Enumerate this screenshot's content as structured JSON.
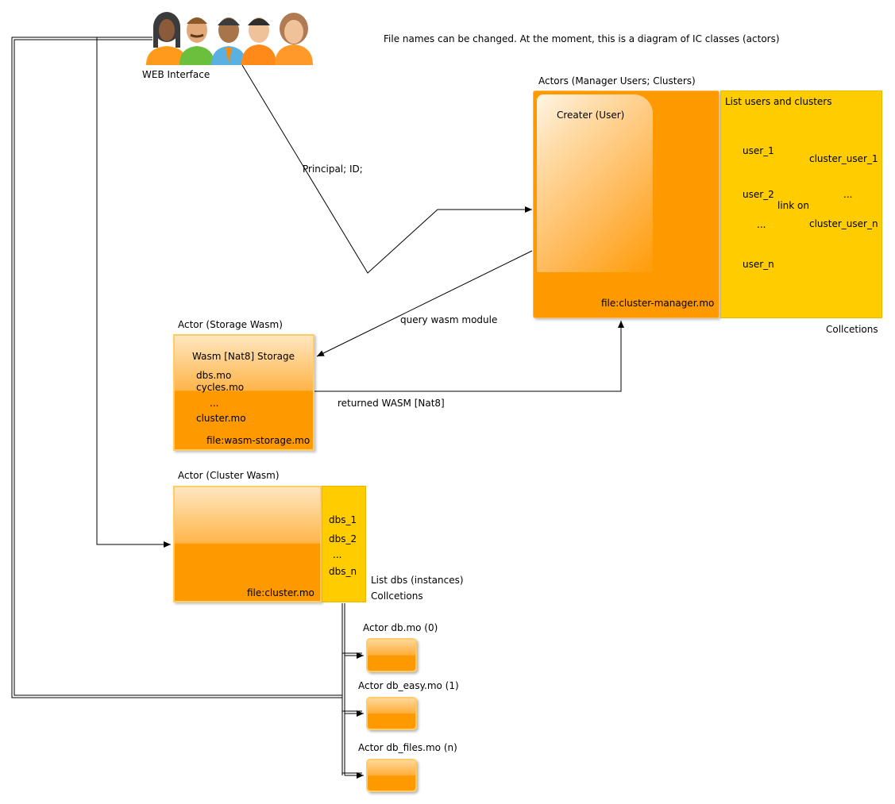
{
  "header_note": "File names can be changed. At the moment, this is a diagram of IC classes (actors)",
  "web_interface": {
    "label": "WEB Interface"
  },
  "edges": {
    "principal": "Principal; ID;",
    "query": "query wasm module",
    "returned": "returned WASM [Nat8]",
    "link": "link on"
  },
  "manager": {
    "title": "Actors (Manager Users; Clusters)",
    "creator": "Creater (User)",
    "file": "file:cluster-manager.mo",
    "list_title": "List users and clusters",
    "users": [
      "user_1",
      "user_2",
      "...",
      "user_n"
    ],
    "clusters": [
      "cluster_user_1",
      "...",
      "cluster_user_n"
    ],
    "collections": "Collcetions"
  },
  "storage": {
    "title": "Actor (Storage Wasm)",
    "inner_title": "Wasm [Nat8] Storage",
    "files": [
      "dbs.mo",
      "cycles.mo",
      "...",
      "cluster.mo"
    ],
    "file": "file:wasm-storage.mo"
  },
  "cluster": {
    "title": "Actor (Cluster Wasm)",
    "file": "file:cluster.mo",
    "dbs": [
      "dbs_1",
      "dbs_2",
      "...",
      "dbs_n"
    ],
    "list_label": "List dbs (instances)",
    "collections": "Collcetions"
  },
  "db_actors": [
    {
      "label": "Actor db.mo (0)"
    },
    {
      "label": "Actor db_easy.mo (1)"
    },
    {
      "label": "Actor db_files.mo (n)"
    }
  ],
  "colors": {
    "orange": "#ff9900",
    "yellow": "#ffcc00",
    "stroke": "#000000"
  }
}
